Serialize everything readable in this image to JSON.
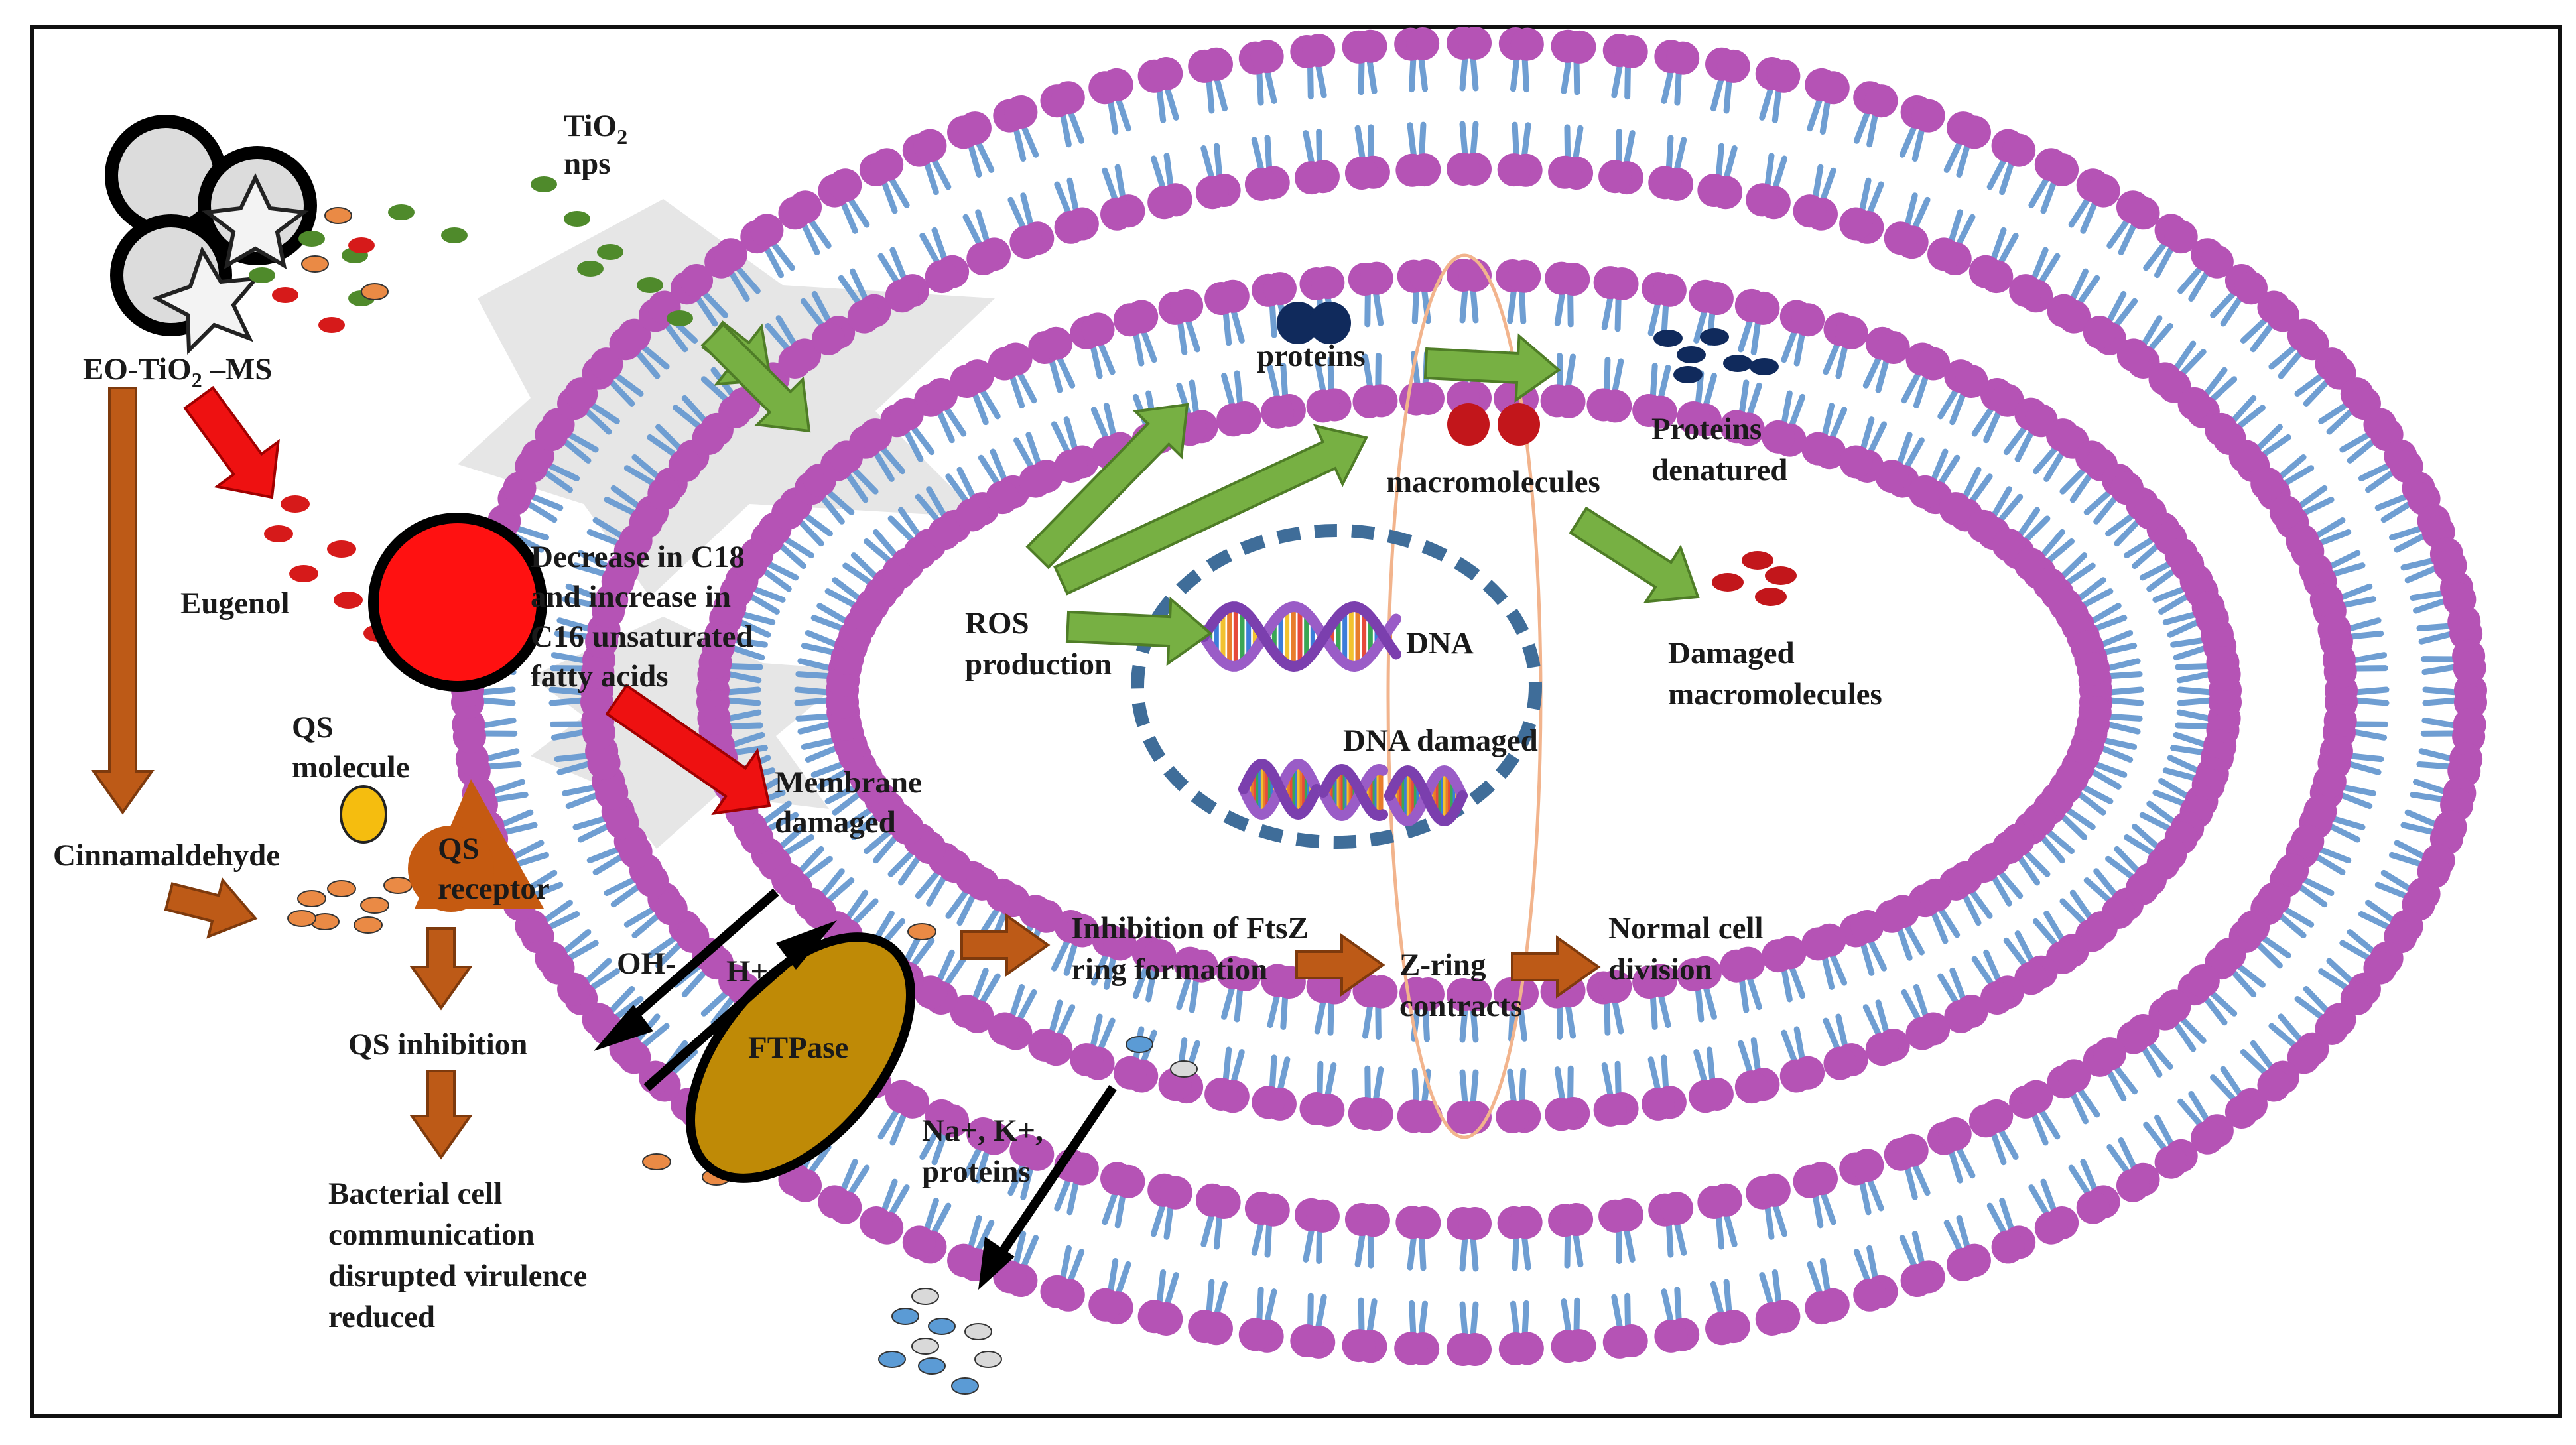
{
  "labels": {
    "tio2_line1": "TiO",
    "tio2_sub": "2",
    "tio2_line2": "nps",
    "eo_pre": "EO-TiO",
    "eo_sub": "2",
    "eo_post": " –MS",
    "eugenol": "Eugenol",
    "c18_line1": "Decrease in C18",
    "c18_line2": "and increase in",
    "c18_line3": "C16 unsaturated",
    "c18_line4": "fatty acids",
    "membrane_line1": "Membrane",
    "membrane_line2": "damaged",
    "qs_molecule_line1": "QS",
    "qs_molecule_line2": "molecule",
    "cinnamaldehyde": "Cinnamaldehyde",
    "qs_receptor_line1": "QS",
    "qs_receptor_line2": "receptor",
    "qs_inhibition": "QS inhibition",
    "bacterial_line1": "Bacterial cell",
    "bacterial_line2": "communication",
    "bacterial_line3": "disrupted   virulence",
    "bacterial_line4": "reduced",
    "oh": "OH-",
    "h": "H+",
    "ftpase": "FTPase",
    "ions_line1": "Na+, K+,",
    "ions_line2": "proteins",
    "proteins": "proteins",
    "macromolecules": "macromolecules",
    "proteins_denatured_line1": "Proteins",
    "proteins_denatured_line2": "denatured",
    "ros_line1": "ROS",
    "ros_line2": "production",
    "dna": "DNA",
    "dna_damaged": "DNA damaged",
    "damaged_macro_line1": "Damaged",
    "damaged_macro_line2": "macromolecules",
    "ftsz_line1": "Inhibition of FtsZ",
    "ftsz_line2": "ring formation",
    "zring_line1": "Z-ring",
    "zring_line2": "contracts",
    "normal_line1": "Normal cell",
    "normal_line2": "division"
  },
  "colors": {
    "lipid_head": "#b553b5",
    "lipid_tail": "#6f9ed2",
    "green_arrow": "#77b043",
    "red_arrow": "#ee1111",
    "brown_arrow": "#bd5a17",
    "orange_particle": "#ea8a45",
    "red_particle": "#d61a1a",
    "green_particle": "#4f8a2b",
    "protein_dark": "#102a5c",
    "macromolecule_red": "#c2161b",
    "ftpase_fill": "#bf8a06",
    "qs_molecule": "#f5bd0f",
    "qs_receptor": "#c55a11",
    "nucleoid_ring": "#3f6d99",
    "z_ring": "#f2b48d"
  },
  "icons": [
    "microsphere-icon",
    "star-icon",
    "dna-helix-icon",
    "cell-membrane-icon"
  ]
}
